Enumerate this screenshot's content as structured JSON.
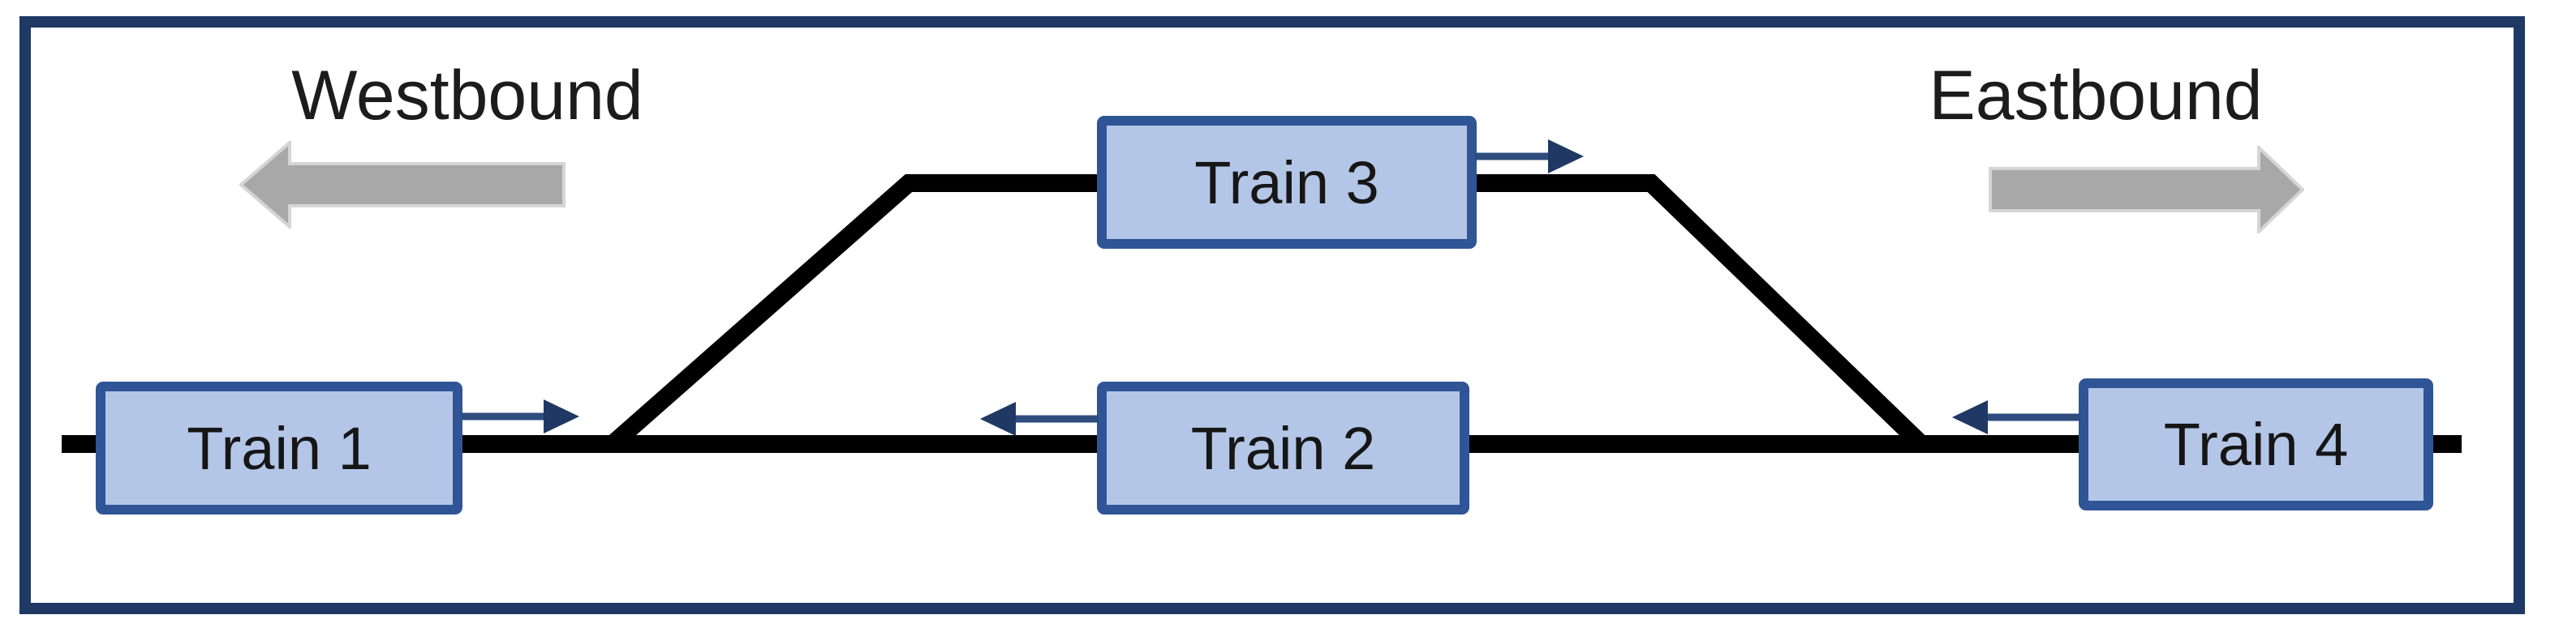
{
  "direction_labels": {
    "west": "Westbound",
    "east": "Eastbound"
  },
  "trains": [
    {
      "label": "Train 1",
      "direction": "east",
      "track": "main"
    },
    {
      "label": "Train 2",
      "direction": "west",
      "track": "main"
    },
    {
      "label": "Train 3",
      "direction": "east",
      "track": "siding"
    },
    {
      "label": "Train 4",
      "direction": "west",
      "track": "main"
    }
  ],
  "colors": {
    "frame_border": "#1F3864",
    "track": "#000000",
    "train_box_fill": "#B4C6E7",
    "train_box_border": "#2F5597",
    "train_arrow_navy": "#243F6E",
    "direction_arrow_gray": "#A8A8A8",
    "direction_arrow_outline": "#D5D5D5",
    "label_text": "#1C1C1C"
  }
}
